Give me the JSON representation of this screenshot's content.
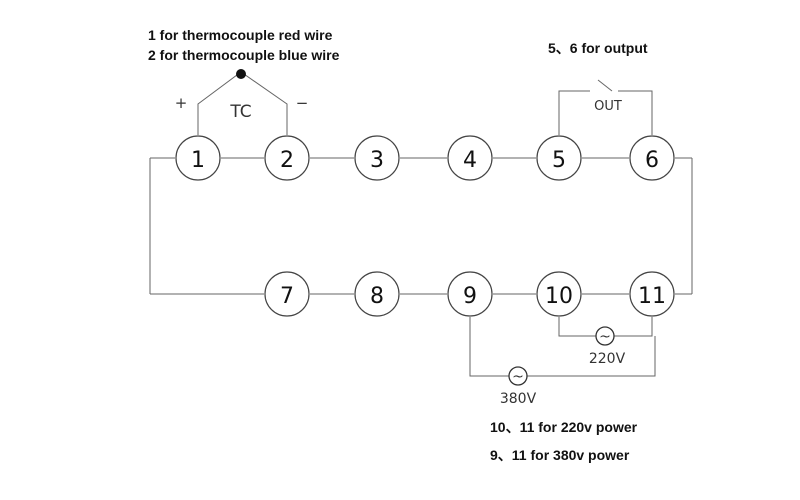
{
  "notes": {
    "tc_red": "1 for thermocouple red wire",
    "tc_blue": "2 for thermocouple blue wire",
    "output": "5、6 for output",
    "power_220": "10、11 for 220v power",
    "power_380": "9、11 for 380v power"
  },
  "labels": {
    "tc": "TC",
    "plus": "+",
    "minus": "−",
    "out": "OUT",
    "v220": "220V",
    "v380": "380V"
  },
  "terminals_top": [
    "1",
    "2",
    "3",
    "4",
    "5",
    "6"
  ],
  "terminals_bottom": [
    "7",
    "8",
    "9",
    "10",
    "11"
  ],
  "ac_symbol": "~"
}
